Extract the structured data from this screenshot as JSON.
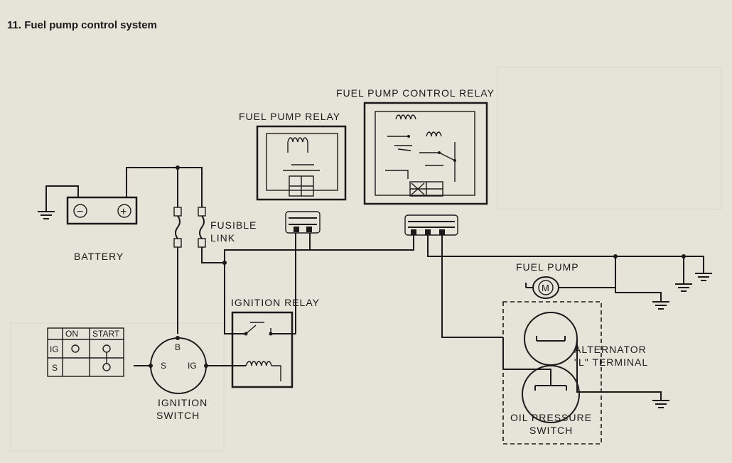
{
  "title": "11. Fuel pump control system",
  "labels": {
    "fuel_pump_relay": "FUEL PUMP RELAY",
    "fuel_pump_control_relay": "FUEL PUMP CONTROL RELAY",
    "fusible_link": "FUSIBLE\nLINK",
    "fusible_link_l1": "FUSIBLE",
    "fusible_link_l2": "LINK",
    "battery": "BATTERY",
    "ignition_relay": "IGNITION RELAY",
    "fuel_pump": "FUEL PUMP",
    "alternator_l1": "ALTERNATOR",
    "alternator_l2": "\"L\" TERMINAL",
    "oil_pressure_l1": "OIL PRESSURE",
    "oil_pressure_l2": "SWITCH",
    "ignition_switch_l1": "IGNITION",
    "ignition_switch_l2": "SWITCH",
    "pump_motor": "M",
    "battery_minus": "−",
    "battery_plus": "+"
  },
  "ignition_switch": {
    "terminal_b": "B",
    "terminal_s": "S",
    "terminal_ig": "IG"
  },
  "switch_table": {
    "headers": [
      "ON",
      "START"
    ],
    "rows": [
      "IG",
      "S"
    ]
  },
  "colors": {
    "background": "#e6e3d9",
    "ink": "#1a1a1a"
  }
}
